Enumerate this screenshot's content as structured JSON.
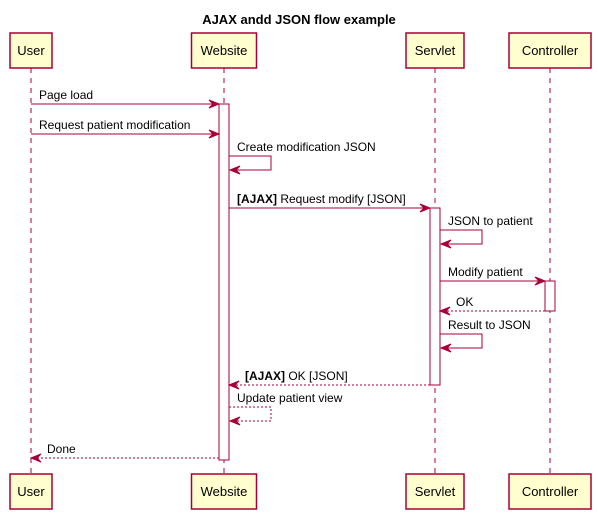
{
  "title": "AJAX andd JSON flow example",
  "participants": [
    "User",
    "Website",
    "Servlet",
    "Controller"
  ],
  "messages": [
    {
      "from": "User",
      "to": "Website",
      "label": "Page load",
      "dashed": false
    },
    {
      "from": "User",
      "to": "Website",
      "label": "Request patient modification",
      "dashed": false
    },
    {
      "from": "Website",
      "to": "Website",
      "label": "Create modification JSON",
      "dashed": false
    },
    {
      "from": "Website",
      "to": "Servlet",
      "prefix": "[AJAX]",
      "label": "Request modify [JSON]",
      "dashed": false
    },
    {
      "from": "Servlet",
      "to": "Servlet",
      "label": "JSON to patient",
      "dashed": false
    },
    {
      "from": "Servlet",
      "to": "Controller",
      "label": "Modify patient",
      "dashed": false
    },
    {
      "from": "Controller",
      "to": "Servlet",
      "label": "OK",
      "dashed": true
    },
    {
      "from": "Servlet",
      "to": "Servlet",
      "label": "Result to JSON",
      "dashed": false
    },
    {
      "from": "Servlet",
      "to": "Website",
      "prefix": "[AJAX]",
      "label": "OK [JSON]",
      "dashed": true
    },
    {
      "from": "Website",
      "to": "Website",
      "label": "Update patient view",
      "dashed": true
    },
    {
      "from": "Website",
      "to": "User",
      "label": "Done",
      "dashed": true
    }
  ],
  "colors": {
    "participant_fill": "#FEFECE",
    "border": "#A80036",
    "activation_fill": "#FFFFFF",
    "text": "#000000"
  }
}
